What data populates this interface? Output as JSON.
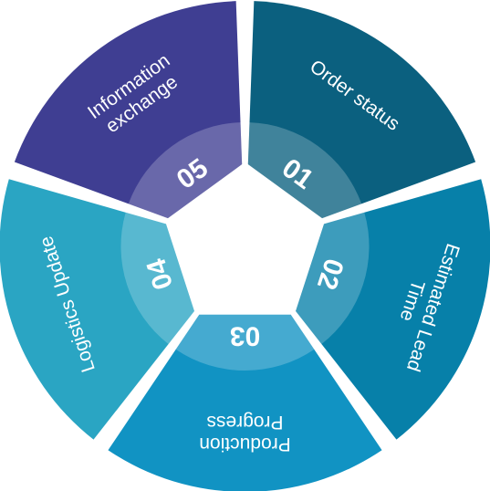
{
  "segments": [
    {
      "number": "01",
      "lines": [
        "Order status"
      ],
      "color": "#0b607f"
    },
    {
      "number": "02",
      "lines": [
        "Estimated Lead",
        "Time"
      ],
      "color": "#0780a9"
    },
    {
      "number": "03",
      "lines": [
        "Production",
        "Progress"
      ],
      "color": "#1193c3"
    },
    {
      "number": "04",
      "lines": [
        "Logistics Update"
      ],
      "color": "#2aa5c3"
    },
    {
      "number": "05",
      "lines": [
        "Information",
        "exchange"
      ],
      "color": "#3f3e92"
    }
  ],
  "inner_ring_overlay": "#ffffff",
  "background": "#ffffff"
}
